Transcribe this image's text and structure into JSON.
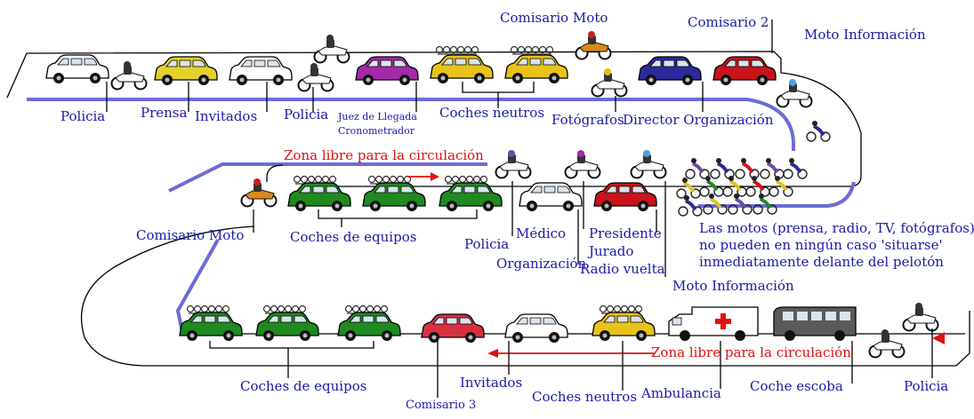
{
  "labels": {
    "policia_1": "Policia",
    "prensa": "Prensa",
    "invitados_1": "Invitados",
    "policia_2": "Policia",
    "juez_llegada": "Juez de Llegada",
    "cronometrador": "Cronometrador",
    "coches_neutros_1": "Coches neutros",
    "comisario_moto_1": "Comisario Moto",
    "comisario_2": "Comisario 2",
    "moto_informacion_1": "Moto Información",
    "fotografos": "Fotógrafos",
    "director_organizacion": "Director Organización",
    "zona_libre_1": "Zona libre para la circulación",
    "comisario_moto_2": "Comisario Moto",
    "coches_equipos_1": "Coches de equipos",
    "policia_3": "Policia",
    "medico": "Médico",
    "presidente": "Presidente",
    "jurado": "Jurado",
    "organizacion": "Organización",
    "radio_vuelta": "Radio vuelta",
    "moto_informacion_2": "Moto Información",
    "note_line1": "Las motos (prensa, radio, TV, fotógrafos)",
    "note_line2": "no pueden en ningún caso 'situarse'",
    "note_line3": "inmediatamente delante del pelotón",
    "zona_libre_2": "Zona libre para la circulación",
    "coches_equipos_2": "Coches de equipos",
    "comisario_3": "Comisario 3",
    "invitados_2": "Invitados",
    "coches_neutros_2": "Coches neutros",
    "ambulancia": "Ambulancia",
    "coche_escoba": "Coche escoba",
    "policia_4": "Policia"
  },
  "colors": {
    "label_text": "#1a1aa8",
    "highlight_text": "#e01010",
    "road_edge": "#000000",
    "lane_line": "#6c6cd8",
    "car_police": "#ffffff",
    "car_press": "#e3d22a",
    "car_guest": "#ffffff",
    "car_judge": "#a42aa8",
    "car_neutral": "#e9c21a",
    "car_director": "#2a2a9a",
    "car_commissaire": "#c8141a",
    "car_team": "#1f8a1f",
    "car_doctor": "#ffffff",
    "car_president": "#c8141a",
    "car_commissaire3": "#d83040",
    "ambulance": "#ffffff",
    "broom_wagon": "#5a5a5a",
    "arrow": "#e01010"
  }
}
